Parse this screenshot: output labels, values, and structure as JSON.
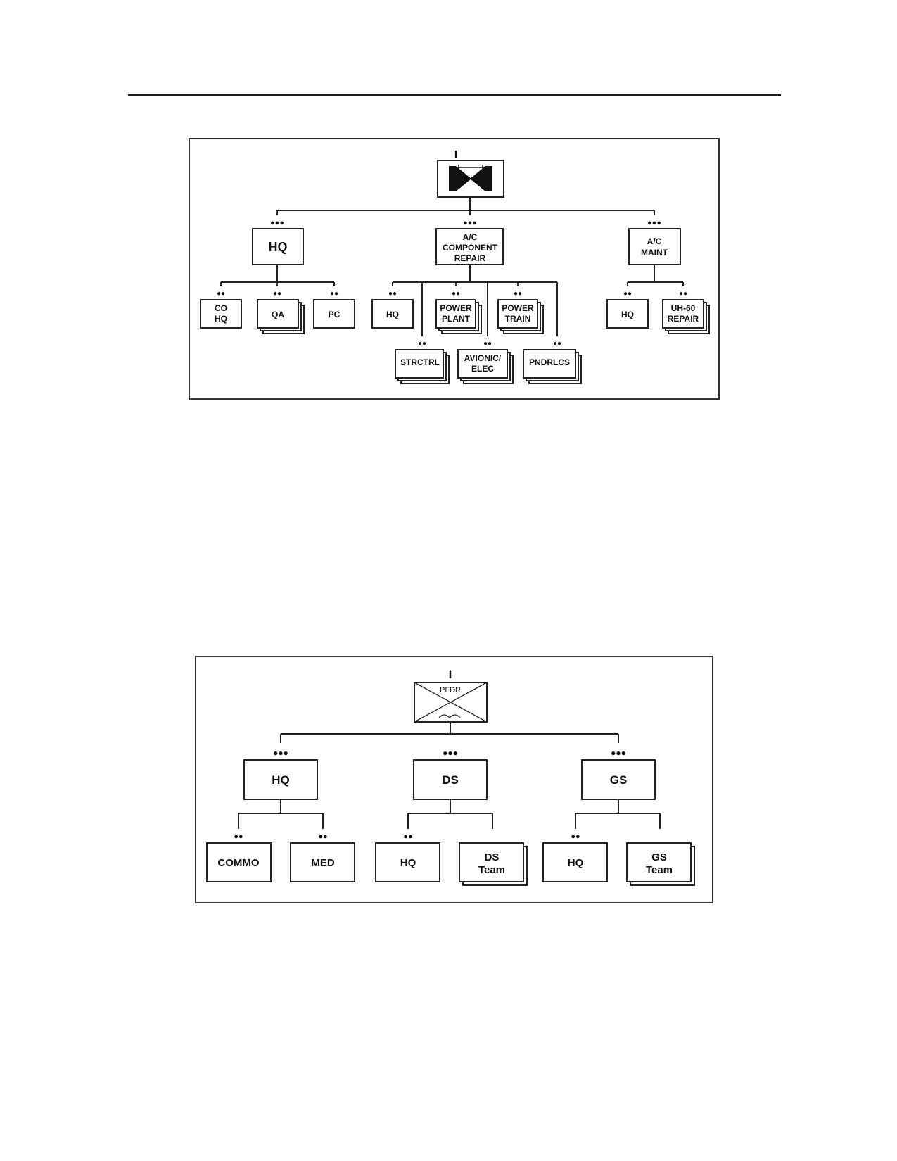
{
  "fig1": {
    "top_size_mark": "I",
    "hq": {
      "label": "HQ",
      "echelon": "●●●"
    },
    "component_repair": {
      "line1": "A/C",
      "line2": "COMPONENT",
      "line3": "REPAIR",
      "echelon": "●●●"
    },
    "maint": {
      "line1": "A/C",
      "line2": "MAINT",
      "echelon": "●●●"
    },
    "hq_children": {
      "co_hq": {
        "line1": "CO",
        "line2": "HQ",
        "echelon": "●●"
      },
      "qa": {
        "label": "QA",
        "echelon": "●●"
      },
      "pc": {
        "label": "PC",
        "echelon": "●●"
      }
    },
    "repair_children": {
      "hq": {
        "label": "HQ",
        "echelon": "●●"
      },
      "power_plant": {
        "line1": "POWER",
        "line2": "PLANT",
        "echelon": "●●"
      },
      "power_train": {
        "line1": "POWER",
        "line2": "TRAIN",
        "echelon": "●●"
      },
      "strctrl": {
        "label": "STRCTRL",
        "echelon": "●●"
      },
      "avionic": {
        "line1": "AVIONIC/",
        "line2": "ELEC",
        "echelon": "●●"
      },
      "pndrlcs": {
        "label": "PNDRLCS",
        "echelon": "●●"
      }
    },
    "maint_children": {
      "hq": {
        "label": "HQ",
        "echelon": "●●"
      },
      "uh60": {
        "line1": "UH-60",
        "line2": "REPAIR",
        "echelon": "●●"
      }
    }
  },
  "fig2": {
    "top_size_mark": "I",
    "top_label": "PFDR",
    "hq": {
      "label": "HQ",
      "echelon": "●●●"
    },
    "ds": {
      "label": "DS",
      "echelon": "●●●"
    },
    "gs": {
      "label": "GS",
      "echelon": "●●●"
    },
    "commo": {
      "label": "COMMO",
      "echelon": "●●"
    },
    "med": {
      "label": "MED",
      "echelon": "●●"
    },
    "ds_hq": {
      "label": "HQ",
      "echelon": "●●"
    },
    "ds_team": {
      "line1": "DS",
      "line2": "Team"
    },
    "gs_hq": {
      "label": "HQ",
      "echelon": "●●"
    },
    "gs_team": {
      "line1": "GS",
      "line2": "Team"
    }
  }
}
